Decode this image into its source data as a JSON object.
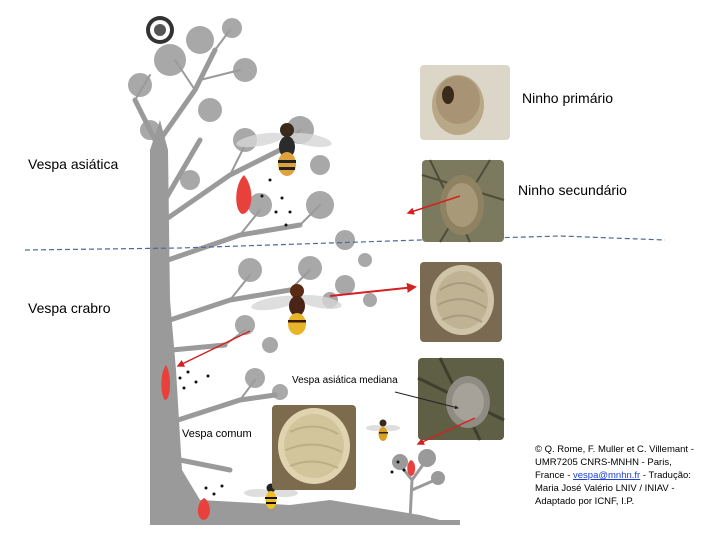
{
  "labels": {
    "primary_nest": "Ninho primário",
    "secondary_nest": "Ninho secundário",
    "asian_hornet": "Vespa asiática",
    "european_hornet": "Vespa crabro",
    "median_wasp": "Vespa asiática mediana",
    "common_wasp": "Vespa comum"
  },
  "credits": {
    "line1": "© Q. Rome, F. Muller et C. Villemant - UMR7205 CNRS-MNHN - Paris, France - ",
    "email": "vespa@mnhn.fr",
    "line2": " - Tradução: Maria José Valério LNIV / INIAV - Adaptado por ICNF, I.P."
  },
  "colors": {
    "tree": "#9a9a9a",
    "nest_marker": "#e8413c",
    "arrow": "#d42020",
    "ground_line": "#4a6a9c"
  },
  "icons": [
    "logo-seal-icon",
    "hornet-icon",
    "wasp-icon",
    "nest-marker-icon"
  ]
}
